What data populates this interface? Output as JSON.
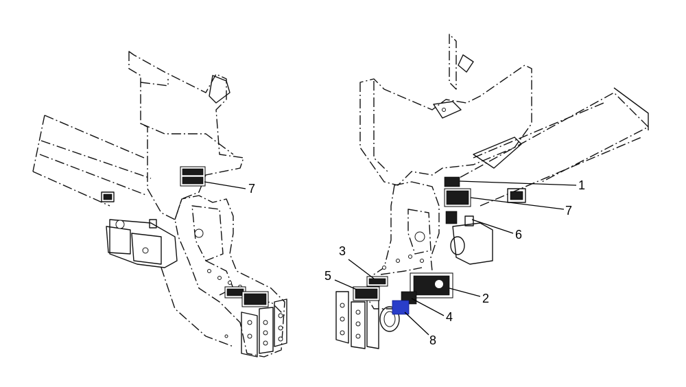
{
  "callouts": {
    "left_7": "7",
    "right_1": "1",
    "right_7": "7",
    "right_6": "6",
    "right_2": "2",
    "right_4": "4",
    "right_8": "8",
    "right_3": "3",
    "right_5": "5"
  },
  "colors": {
    "line": "#111111",
    "decal": "#1b1b1b",
    "highlight": "#2a3ec9",
    "background": "#ffffff"
  }
}
